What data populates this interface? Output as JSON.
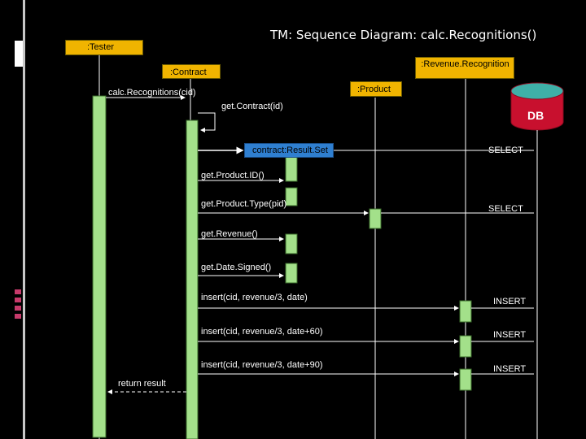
{
  "title": "TM: Sequence Diagram: calc.Recognitions()",
  "objects": {
    "tester": ":Tester",
    "contract": ":Contract",
    "revenue": ":Revenue.Recognition",
    "product": ":Product",
    "db": "DB"
  },
  "messages": {
    "m1": "calc.Recognitions(cid)",
    "m2": "get.Contract(id)",
    "m3": "contract:Result.Set",
    "m4": "get.Product.ID()",
    "m5": "get.Product.Type(pid)",
    "m6": "get.Revenue()",
    "m7": "get.Date.Signed()",
    "m8": "insert(cid, revenue/3, date)",
    "m9": "insert(cid, revenue/3, date+60)",
    "m10": "insert(cid, revenue/3, date+90)",
    "m11": "return result"
  },
  "db_ops": {
    "select1": "SELECT",
    "select2": "SELECT",
    "insert1": "INSERT",
    "insert2": "INSERT",
    "insert3": "INSERT"
  },
  "colors": {
    "background": "#000000",
    "object_box": "#f0b400",
    "activation": "#a3e08a",
    "lifeline": "#ffffff",
    "message": "#ffffff",
    "result_set_box": "#2f7fd0",
    "db_fill": "#c8102e",
    "accent": "#c73a6b"
  }
}
